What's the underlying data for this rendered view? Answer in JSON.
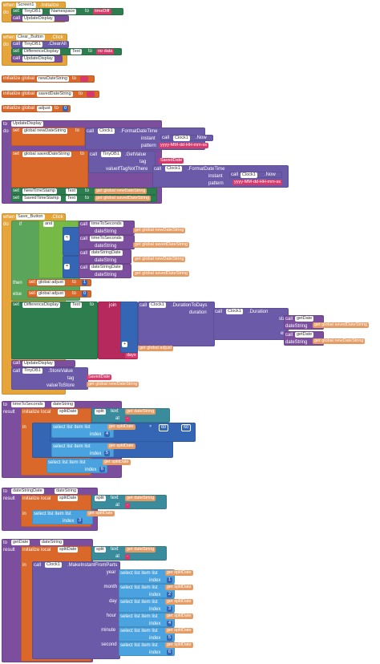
{
  "kw": {
    "when": "when",
    "do": "do",
    "call": "call",
    "set": "set",
    "to": "to",
    "init_global": "initialize global",
    "init_local": "initialize local",
    "in": "in",
    "result": "result",
    "if": "if",
    "then": "then",
    "else": "else",
    "and": "and",
    "get": "get",
    "join": "join",
    "index": "index",
    "select_item": "select list item  list",
    "split": "split",
    "text": "text",
    "at": "at",
    "instant": "instant",
    "pattern": "pattern",
    "tag": "tag",
    "value_if_not_there": "valueIfTagNotThere",
    "value_to_store": "valueToStore",
    "start": "start",
    "end": "end",
    "duration": "duration"
  },
  "blocks": {
    "screen_init": {
      "component": "Screen1",
      "event": ".Initialize",
      "db": "TinyDB1",
      "prop": "Namespace",
      "value": "timeDiff",
      "proc": "UpdateDisplay"
    },
    "clear_click": {
      "component": "Clear_Button",
      "event": ".Click",
      "db": "TinyDB1",
      "method": ".ClearAll",
      "label": "DifferenceDisplay",
      "prop": "Text",
      "value": "no data"
    },
    "globals": [
      {
        "name": "newDateString",
        "value": " "
      },
      {
        "name": "savedDateString",
        "value": " "
      },
      {
        "name": "adjust",
        "value": "0"
      }
    ],
    "update_display": {
      "proc": "UpdateDisplay",
      "clock": "Clock1",
      "format": ".FormatDateTime",
      "now": ".Now",
      "pattern": "yyyy-MM-dd-HH-mm-ss",
      "db": "TinyDB1",
      "getvalue": ".GetValue",
      "tag": "SavedDate",
      "g_new": "global newDateString",
      "g_saved": "global savedDateString",
      "label1": "NewTimeStamp",
      "label2": "SavedTimeStamp",
      "prop": "Text"
    },
    "save_click": {
      "component": "Save_Button",
      "event": ".Click",
      "f_seconds": "timeToSeconds",
      "f_date": "dateStringDate",
      "arg": "dateString",
      "g_new": "global newDateString",
      "g_saved": "global savedDateString",
      "g_adjust": "global adjust",
      "op_lt": "<",
      "op_eq": "=",
      "one": "1",
      "zero": "0",
      "label": "DifferenceDisplay",
      "prop": "Text",
      "clock": "Clock1",
      "dur_days": ".DurationToDays",
      "dur": ".Duration",
      "f_get": "getDate",
      "op_plus": "+",
      "days": " days",
      "db": "TinyDB1",
      "store": ".StoreValue",
      "tag": "SavedDate",
      "proc": "UpdateDisplay"
    },
    "to_seconds": {
      "name": "timeToSeconds",
      "arg": "dateString",
      "local": "splitDate",
      "sep": "-",
      "i4": "4",
      "i5": "5",
      "i6": "6",
      "m60a": "60",
      "m60b": "60",
      "times": "×",
      "plus": "+"
    },
    "string_date": {
      "name": "dateStringDate",
      "arg": "dateString",
      "local": "splitDate",
      "sep": "-",
      "i3": "3"
    },
    "get_date": {
      "name": "getDate",
      "arg": "dateString",
      "local": "splitDate",
      "sep": "-",
      "clock": "Clock1",
      "method": ".MakeInstantFromParts",
      "parts": [
        {
          "label": "year",
          "idx": "1"
        },
        {
          "label": "month",
          "idx": "2"
        },
        {
          "label": "day",
          "idx": "3"
        },
        {
          "label": "hour",
          "idx": "4"
        },
        {
          "label": "minute",
          "idx": "5"
        },
        {
          "label": "second",
          "idx": "6"
        }
      ]
    }
  }
}
